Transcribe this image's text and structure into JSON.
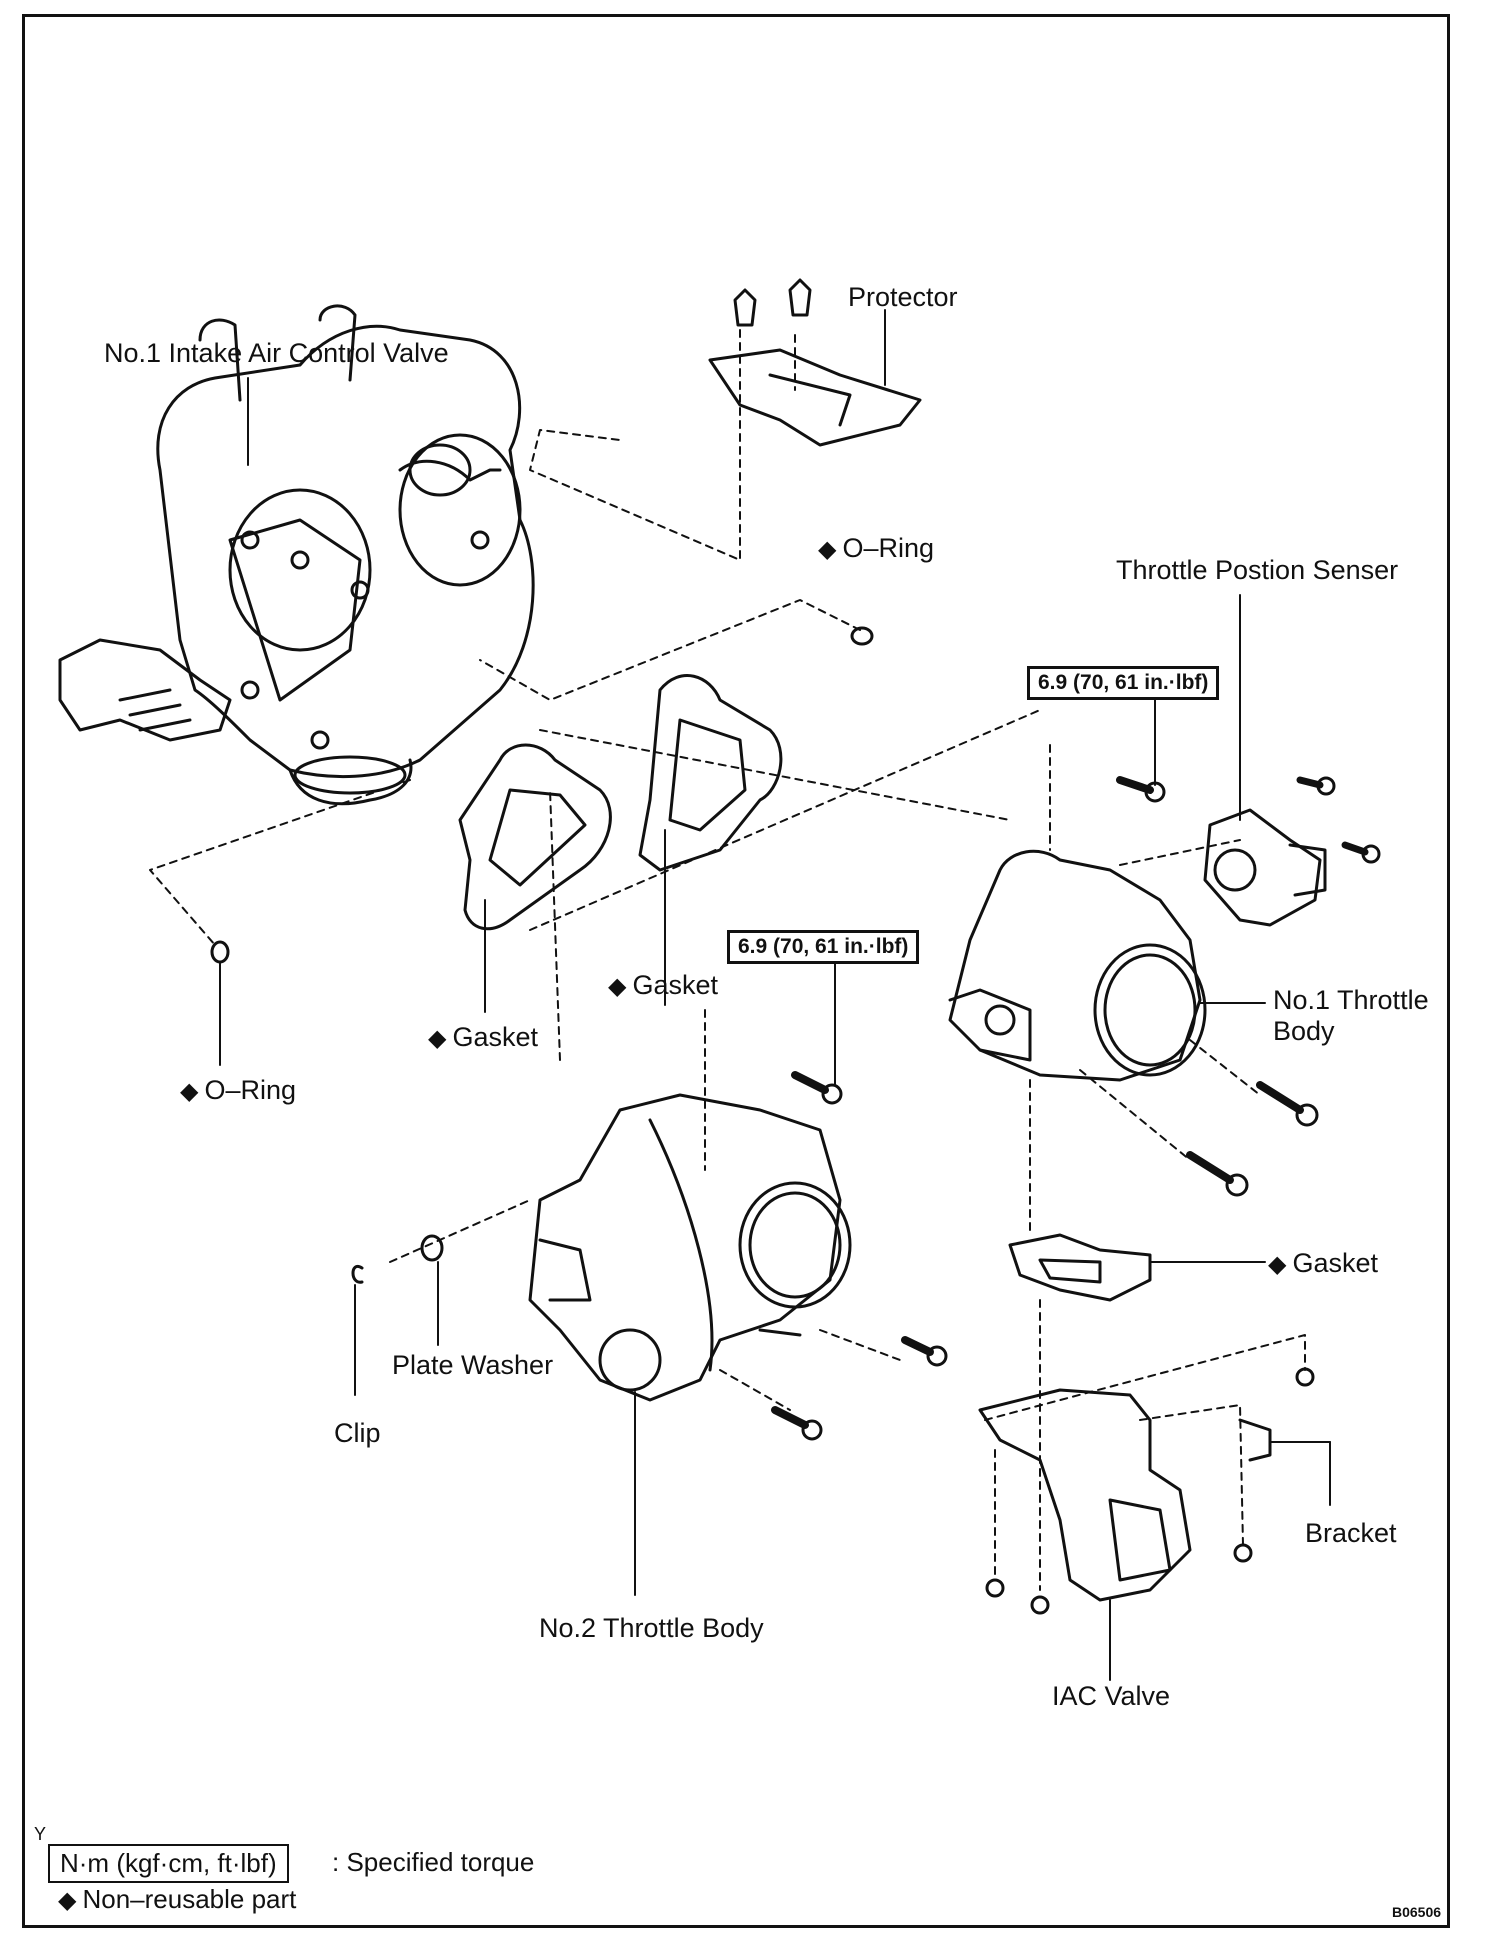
{
  "labels": {
    "intake_valve": "No.1 Intake Air Control Valve",
    "protector": "Protector",
    "oring_top": "O–Ring",
    "tps": "Throttle Postion Senser",
    "torque_upper": "6.9 (70, 61 in.·lbf)",
    "torque_lower": "6.9 (70, 61 in.·lbf)",
    "gasket_mid": "Gasket",
    "gasket_left": "Gasket",
    "oring_left": "O–Ring",
    "throttle1_line1": "No.1 Throttle",
    "throttle1_line2": "Body",
    "gasket_iac": "Gasket",
    "plate_washer": "Plate Washer",
    "clip": "Clip",
    "bracket": "Bracket",
    "throttle2": "No.2 Throttle Body",
    "iac_valve": "IAC Valve"
  },
  "legend": {
    "torque_unit": "N·m (kgf·cm, ft·lbf)",
    "torque_desc": ": Specified torque",
    "nonreusable": "Non–reusable part",
    "mark": "◆",
    "corner_letter": "Y"
  },
  "figure_code": "B06506"
}
